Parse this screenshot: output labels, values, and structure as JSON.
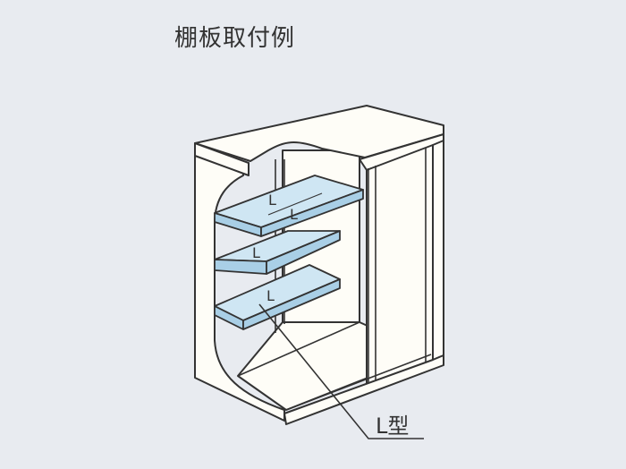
{
  "title": "棚板取付例",
  "colors": {
    "background": "#e8ebf0",
    "cabinet_fill": "#fefdf7",
    "shelf_top": "#cfe6f3",
    "shelf_edge": "#a9cfe6",
    "stroke": "#333333"
  },
  "shelves": [
    {
      "mark": "L"
    },
    {
      "mark": "L"
    },
    {
      "mark": "L"
    },
    {
      "mark": "L"
    }
  ],
  "callout": {
    "label": "L型"
  }
}
